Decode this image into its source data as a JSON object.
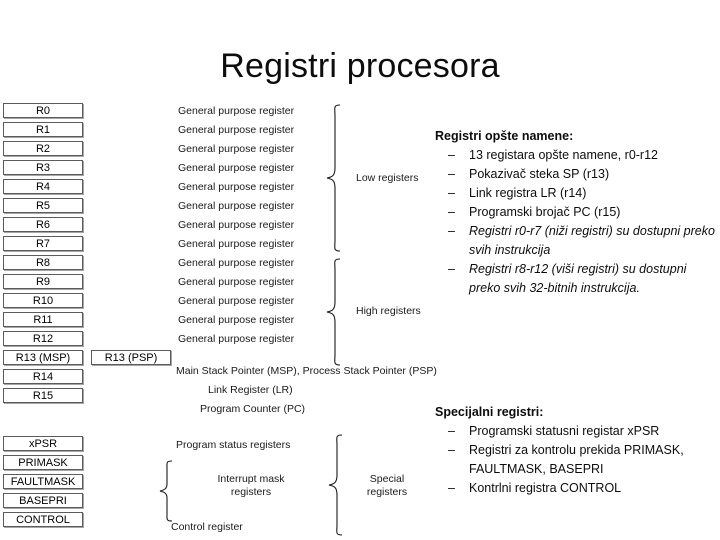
{
  "slide": {
    "title": "Registri procesora"
  },
  "register_file": {
    "rows": [
      {
        "boxes": [
          "R0"
        ],
        "desc": "General purpose register"
      },
      {
        "boxes": [
          "R1"
        ],
        "desc": "General purpose register"
      },
      {
        "boxes": [
          "R2"
        ],
        "desc": "General purpose register"
      },
      {
        "boxes": [
          "R3"
        ],
        "desc": "General purpose register"
      },
      {
        "boxes": [
          "R4"
        ],
        "desc": "General purpose register"
      },
      {
        "boxes": [
          "R5"
        ],
        "desc": "General purpose register"
      },
      {
        "boxes": [
          "R6"
        ],
        "desc": "General purpose register"
      },
      {
        "boxes": [
          "R7"
        ],
        "desc": "General purpose register"
      },
      {
        "boxes": [
          "R8"
        ],
        "desc": "General purpose register"
      },
      {
        "boxes": [
          "R9"
        ],
        "desc": "General purpose register"
      },
      {
        "boxes": [
          "R10"
        ],
        "desc": "General purpose register"
      },
      {
        "boxes": [
          "R11"
        ],
        "desc": "General purpose register"
      },
      {
        "boxes": [
          "R12"
        ],
        "desc": "General purpose register"
      },
      {
        "boxes": [
          "R13 (MSP)",
          "R13 (PSP)"
        ],
        "desc": "Main Stack Pointer (MSP), Process Stack Pointer (PSP)"
      },
      {
        "boxes": [
          "R14"
        ],
        "desc": "Link Register (LR)"
      },
      {
        "boxes": [
          "R15"
        ],
        "desc": "Program Counter (PC)"
      }
    ],
    "group_labels": {
      "low": "Low registers",
      "high": "High registers"
    }
  },
  "special_registers": {
    "boxes": [
      "xPSR",
      "PRIMASK",
      "FAULTMASK",
      "BASEPRI",
      "CONTROL"
    ],
    "labels": {
      "program_status": "Program status registers",
      "interrupt_mask": "Interrupt mask registers",
      "control": "Control register",
      "group": "Special registers"
    }
  },
  "notes": {
    "general": {
      "heading": "Registri opšte namene:",
      "items": [
        {
          "text": "13 registara opšte namene, r0-r12",
          "italic": false
        },
        {
          "text": "Pokazivač steka SP (r13)",
          "italic": false
        },
        {
          "text": "Link registra LR (r14)",
          "italic": false
        },
        {
          "text": "Programski brojač PC (r15)",
          "italic": false
        },
        {
          "text": "Registri r0-r7 (niži registri) su dostupni preko svih instrukcija",
          "italic": true
        },
        {
          "text": "Registri r8-r12 (viši registri) su dostupni preko svih 32-bitnih instrukcija.",
          "italic": true
        }
      ],
      "dash": "–"
    },
    "special": {
      "heading": "Specijalni registri:",
      "items": [
        {
          "text": "Programski statusni registar xPSR",
          "italic": false
        },
        {
          "text": "Registri za kontrolu prekida PRIMASK, FAULTMASK, BASEPRI",
          "italic": false
        },
        {
          "text": "Kontrlni registra CONTROL",
          "italic": false
        }
      ],
      "dash": "–"
    }
  },
  "colors": {
    "text": "#0d0d0d",
    "box_border": "#5b5b5b",
    "box_shadow": "#a6a6a6",
    "background": "#ffffff"
  }
}
